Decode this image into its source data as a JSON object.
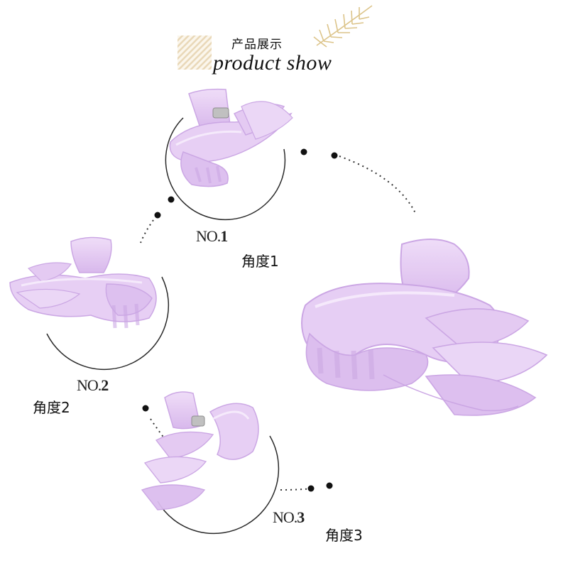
{
  "header": {
    "title_cn": "产品展示",
    "title_en": "product show"
  },
  "views": [
    {
      "number_prefix": "NO.",
      "number": "1",
      "angle_label": "角度1"
    },
    {
      "number_prefix": "NO.",
      "number": "2",
      "angle_label": "角度2"
    },
    {
      "number_prefix": "NO.",
      "number": "3",
      "angle_label": "角度3"
    }
  ],
  "colors": {
    "clip_fill": "#e3c8f2",
    "clip_edge": "#c9a3e3",
    "clip_highlight": "#f5e9fb",
    "circle_stroke": "#2a2a2a",
    "dots": "#111111",
    "stripe_tan": "#e9d8b8",
    "leaf_gold": "#dcc48a"
  },
  "icons": [
    "diagonal-stripe-decoration",
    "palm-leaf-decoration"
  ]
}
